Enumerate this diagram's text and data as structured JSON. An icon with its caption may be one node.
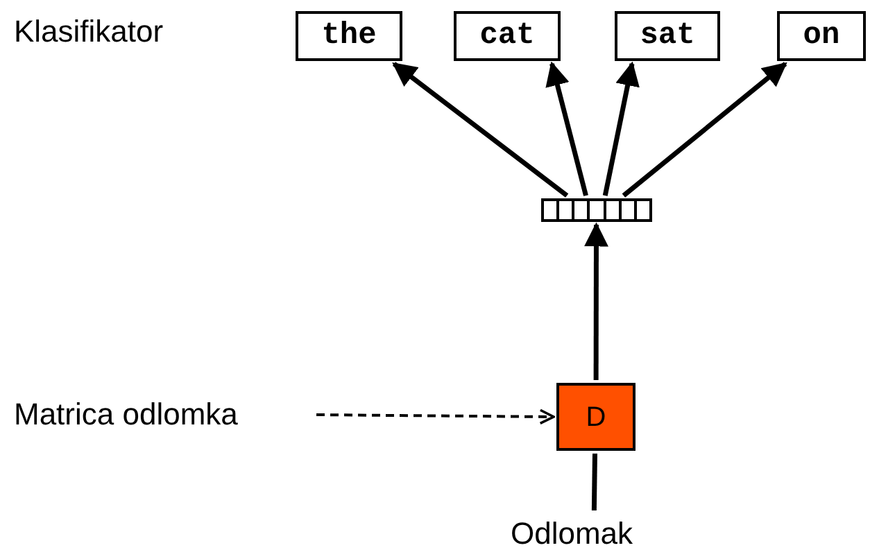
{
  "diagram": {
    "nodes": [
      {
        "text": [
          "the"
        ]
      },
      {
        "text": [
          "cat"
        ]
      },
      {
        "text": [
          "sat"
        ]
      },
      {
        "text": [
          "on"
        ]
      },
      {
        "text": [],
        "shape": "bar"
      },
      {
        "text": [
          "D"
        ]
      },
      {
        "text": [
          "Odlomak"
        ]
      },
      {
        "text": [
          "Matrica odlomka"
        ]
      }
    ],
    "edges": [
      {
        "from": 4,
        "to": 0,
        "arrow": "to"
      },
      {
        "from": 4,
        "to": 1,
        "arrow": "to"
      },
      {
        "from": 4,
        "to": 2,
        "arrow": "to"
      },
      {
        "from": 4,
        "to": 3,
        "arrow": "to"
      },
      {
        "from": 5,
        "to": 4,
        "arrow": "to"
      },
      {
        "from": 6,
        "to": 5,
        "arrow": "none"
      },
      {
        "from": 7,
        "to": 5,
        "arrow": "to",
        "style": "dashed"
      }
    ],
    "labels": [
      "Klasifikator"
    ]
  }
}
